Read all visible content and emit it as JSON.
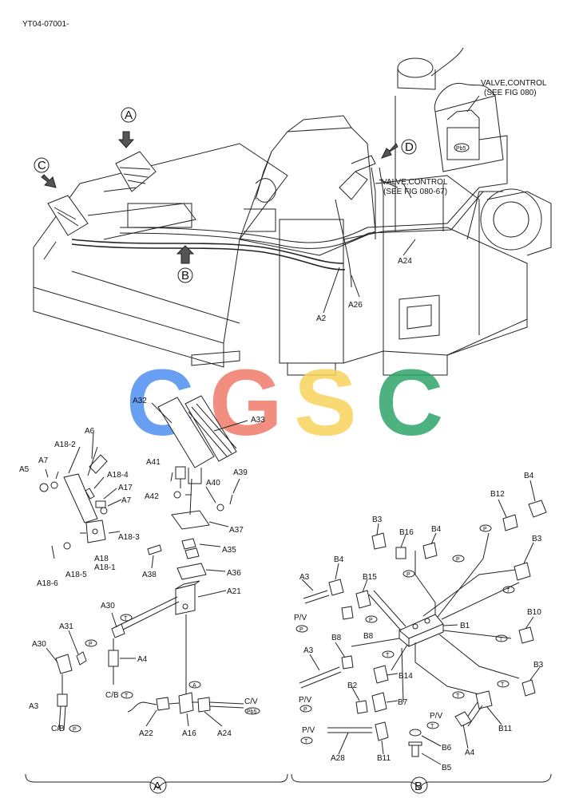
{
  "doc_id": "YT04-07001-",
  "overview": {
    "view_labels": {
      "a": "A",
      "b": "B",
      "c": "C",
      "d": "D"
    },
    "valve_top": [
      "VALVE,CONTROL",
      "(SEE FIG 080)"
    ],
    "valve_mid": [
      "VALVE,CONTROL",
      "(SEE FIG 080-67)"
    ],
    "pb5": "Pb5",
    "callouts": {
      "a24": "A24",
      "a26": "A26",
      "a2": "A2"
    }
  },
  "watermark": {
    "letters": [
      "C",
      "G",
      "S",
      "C"
    ],
    "colors": [
      "#4d8ef0",
      "#f07a6a",
      "#f7d25a",
      "#2ea36a"
    ]
  },
  "pedal_detail": {
    "a32": "A32",
    "a33": "A33"
  },
  "group_a": {
    "parts": {
      "a6": "A6",
      "a18_2": "A18-2",
      "a7a": "A7",
      "a5": "A5",
      "a18_4": "A18-4",
      "a17": "A17",
      "a7b": "A7",
      "a18_3": "A18-3",
      "a18": "A18",
      "a18_1": "A18-1",
      "a18_5": "A18-5",
      "a18_6": "A18-6",
      "a41": "A41",
      "a42": "A42",
      "a40": "A40",
      "a39": "A39",
      "a37": "A37",
      "a35": "A35",
      "a38": "A38",
      "a36": "A36",
      "a21": "A21",
      "a30a": "A30",
      "a31": "A31",
      "a30b": "A30",
      "a4": "A4",
      "a3": "A3",
      "a22": "A22",
      "a16": "A16",
      "a24": "A24"
    },
    "ports": {
      "t1": "T",
      "p1": "P",
      "t2": "T",
      "p2": "P",
      "a": "A",
      "pb5": "Pb5"
    },
    "texts": {
      "cb1": "C/B",
      "cb2": "C/B",
      "cv": "C/V"
    }
  },
  "group_b": {
    "parts": {
      "b4a": "B4",
      "b12": "B12",
      "b3a": "B3",
      "b16": "B16",
      "b4b": "B4",
      "b3b": "B3",
      "b4c": "B4",
      "a3a": "A3",
      "b15": "B15",
      "b1": "B1",
      "b8a": "B8",
      "b10": "B10",
      "b8b": "B8",
      "a3b": "A3",
      "b14": "B14",
      "b3c": "B3",
      "b2": "B2",
      "b7": "B7",
      "b11a": "B11",
      "a4": "A4",
      "b6": "B6",
      "b11b": "B11",
      "a28": "A28",
      "b5": "B5"
    },
    "ports": {
      "p1": "P",
      "p2": "P",
      "p3": "P",
      "t1": "T",
      "p4": "P",
      "t2": "T",
      "p5": "P",
      "t3": "T",
      "t4": "T",
      "t5": "T",
      "t6": "T",
      "p6": "P",
      "t7": "T"
    },
    "texts": {
      "pv1": "P/V",
      "pv2": "P/V",
      "pv3": "P/V",
      "pv4": "P/V"
    }
  },
  "group_labels": {
    "a": "A",
    "b": "B"
  }
}
